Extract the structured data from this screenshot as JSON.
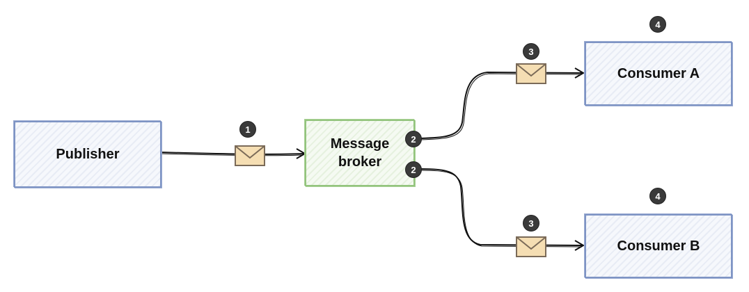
{
  "nodes": {
    "publisher": "Publisher",
    "broker": "Message\nbroker",
    "consumer_a": "Consumer A",
    "consumer_b": "Consumer B"
  },
  "steps": {
    "publish": "1",
    "route_a": "2",
    "route_b": "2",
    "deliver_a": "3",
    "deliver_b": "3",
    "consume_a": "4",
    "consume_b": "4"
  },
  "colors": {
    "blue_border": "#7e94c4",
    "green_border": "#93c47d",
    "badge": "#3a3a3a",
    "envelope_fill": "#f5deb3"
  }
}
